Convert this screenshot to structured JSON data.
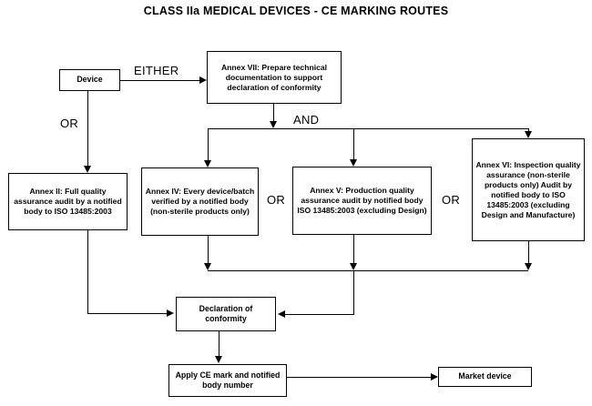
{
  "title": "CLASS IIa MEDICAL DEVICES - CE MARKING ROUTES",
  "nodes": {
    "device": "Device",
    "annex_vii": "Annex VII: Prepare technical documentation to support declaration of conformity",
    "annex_ii": "Annex II: Full quality assurance audit by a notified body to ISO 13485:2003",
    "annex_iv": "Annex IV: Every device/batch verified by a notified body (non-sterile products only)",
    "annex_v": "Annex V: Production quality assurance audit by notified body ISO 13485:2003 (excluding Design)",
    "annex_vi": "Annex VI: Inspection quality assurance (non-sterile products only) Audit by notified body to ISO 13485:2003 (excluding Design and Manufacture)",
    "declaration": "Declaration of conformity",
    "apply_ce": "Apply CE mark and notified body number",
    "market": "Market device"
  },
  "connectors": {
    "either": "EITHER",
    "or_device": "OR",
    "and": "AND",
    "or_iv_v": "OR",
    "or_v_vi": "OR"
  },
  "colors": {
    "line": "#000000",
    "box_fill": "#ffffff",
    "text": "#000000",
    "background": "#ffffff"
  }
}
